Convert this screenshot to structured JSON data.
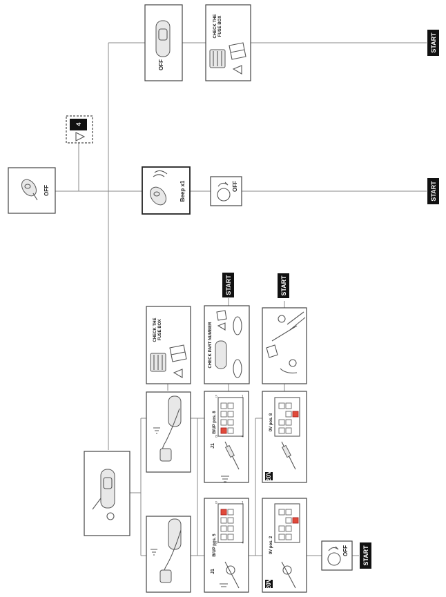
{
  "labels": {
    "off": "OFF",
    "beep": "Beep x1",
    "check_fuse_box_line1": "CHECK THE",
    "check_fuse_box_line2": "FUSE BOX",
    "check_part_number": "CHECK PART NUMBER",
    "start": "START",
    "step_number": "4",
    "connector_j1": "J1",
    "bup_pos8": "B/UP pos. 8",
    "bup_pos5": "B/UP pos. 5",
    "ov_pos8": "0V pos. 8",
    "ov_pos2": "0V pos. 2",
    "pin_8": "8",
    "pin_5": "5",
    "pin_4": "4",
    "pin_1": "1",
    "meter_20v": "20V"
  },
  "icons": {
    "key_fob": "key-fob-icon",
    "car": "car-icon",
    "warning": "warning-triangle-icon",
    "manual": "manual-book-icon",
    "fuse": "fuse-icon",
    "ignition": "ignition-key-icon",
    "multimeter_probe": "multimeter-probe-icon",
    "ground": "ground-icon",
    "connector": "connector-8-pin-icon"
  },
  "colors": {
    "highlight_pin": "#e04a3a",
    "start_tag": "#111111"
  }
}
